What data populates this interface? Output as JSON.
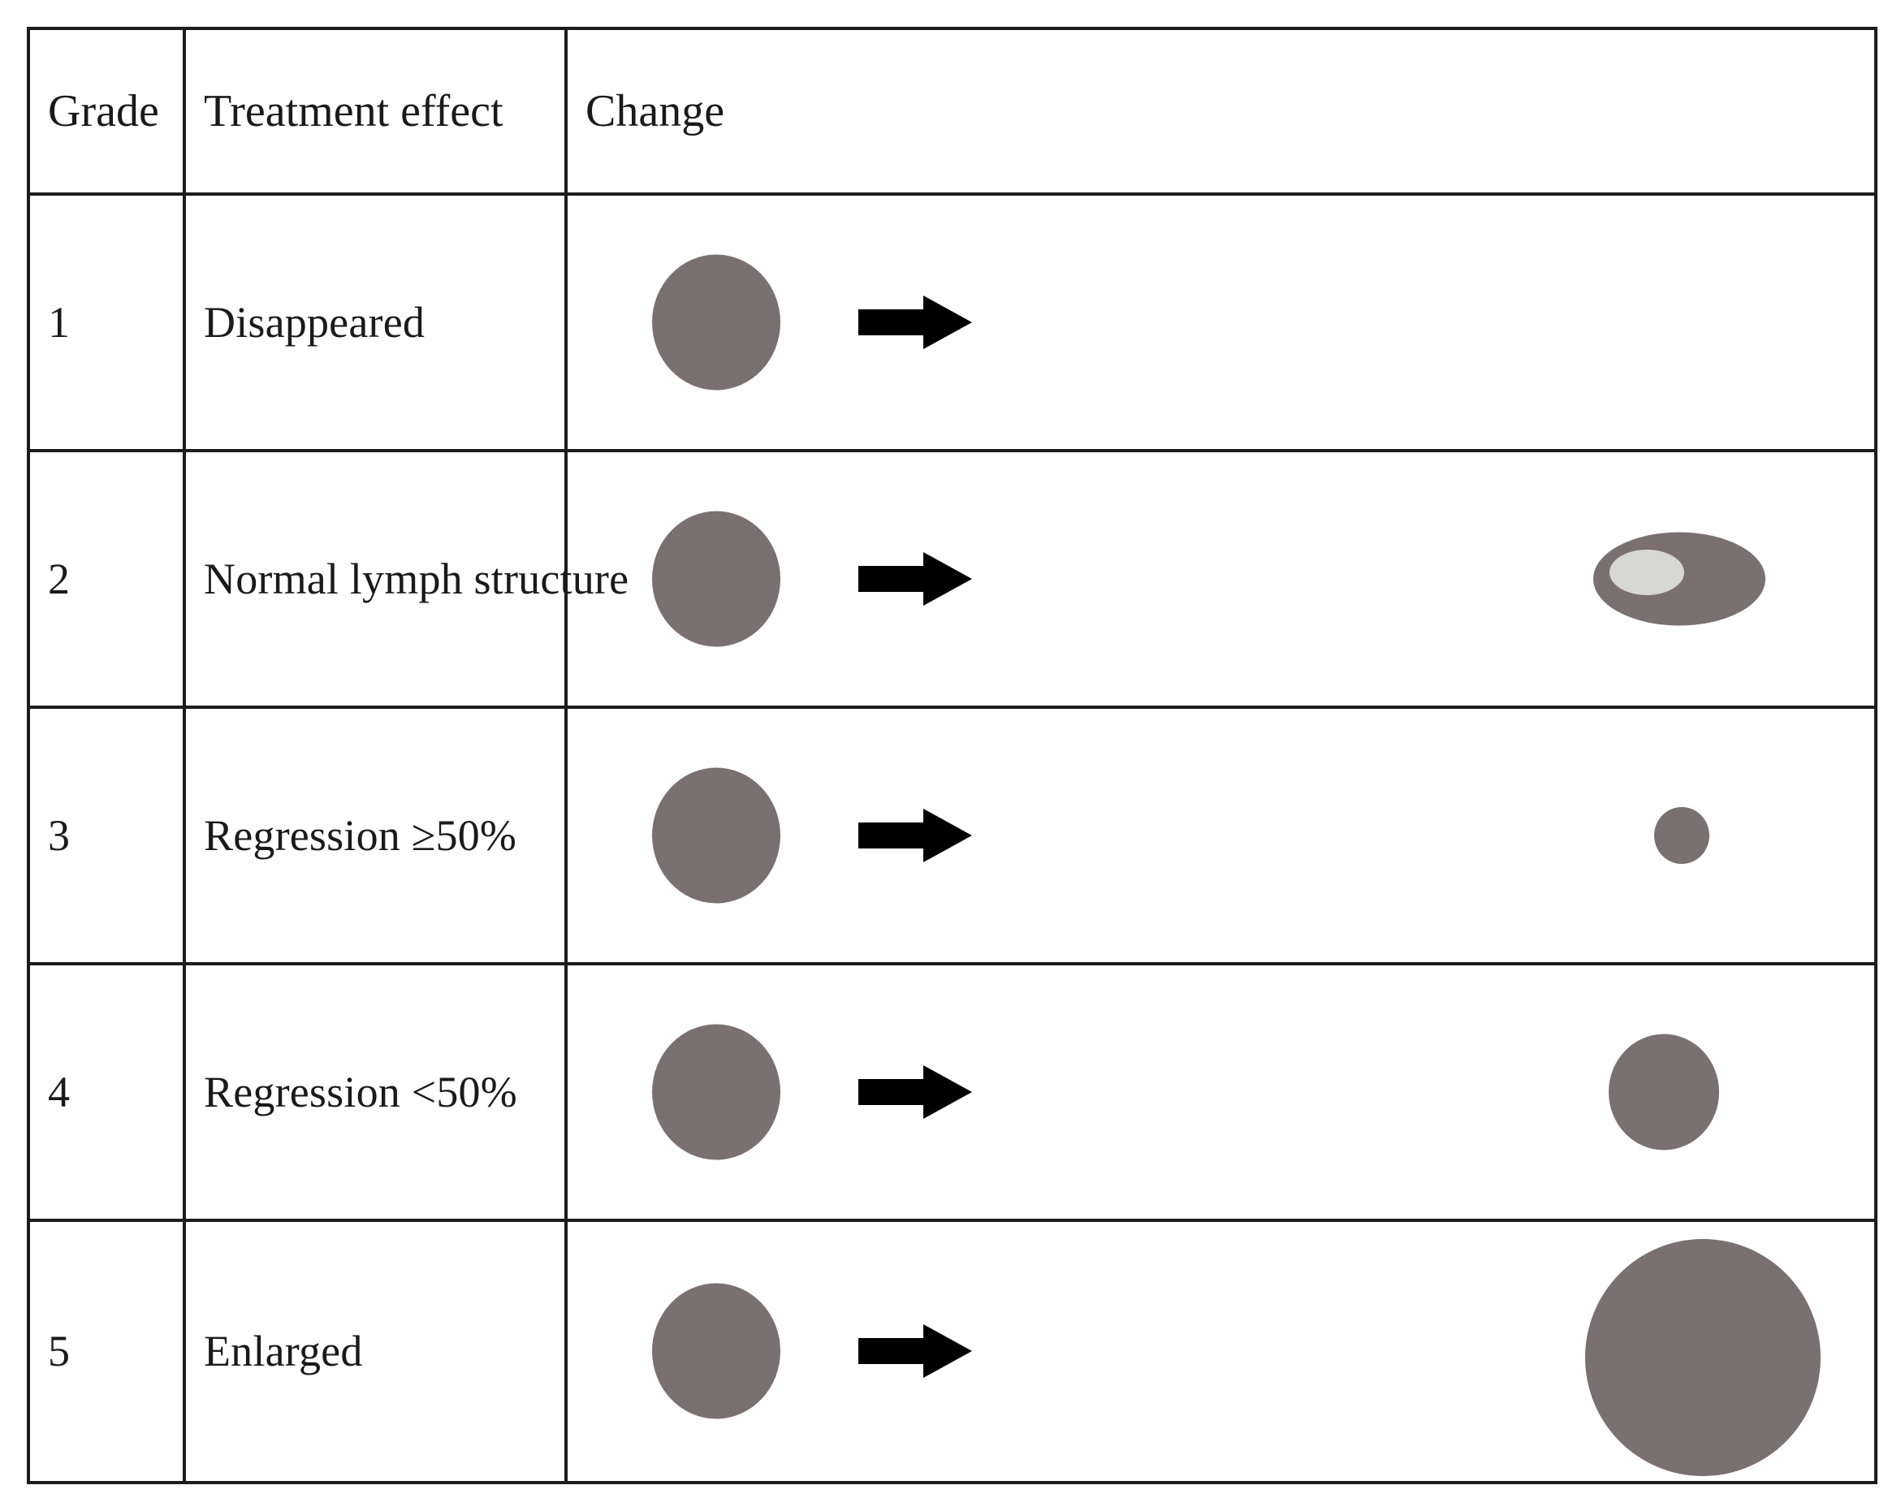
{
  "table": {
    "columns": [
      {
        "key": "grade",
        "label": "Grade"
      },
      {
        "key": "effect",
        "label": "Treatment effect"
      },
      {
        "key": "change",
        "label": "Change"
      }
    ],
    "rows": [
      {
        "grade": "1",
        "effect": "Disappeared",
        "change": {
          "before": "lymph-node-circle",
          "arrow": "right-arrow-icon",
          "after": "none"
        }
      },
      {
        "grade": "2",
        "effect": "Normal lymph structure",
        "change": {
          "before": "lymph-node-circle",
          "arrow": "right-arrow-icon",
          "after": "normal-lymph-ellipse-with-hilum"
        }
      },
      {
        "grade": "3",
        "effect": "Regression ≥50%",
        "change": {
          "before": "lymph-node-circle",
          "arrow": "right-arrow-icon",
          "after": "small-circle"
        }
      },
      {
        "grade": "4",
        "effect": "Regression <50%",
        "change": {
          "before": "lymph-node-circle",
          "arrow": "right-arrow-icon",
          "after": "medium-circle"
        }
      },
      {
        "grade": "5",
        "effect": "Enlarged",
        "change": {
          "before": "lymph-node-circle",
          "arrow": "right-arrow-icon",
          "after": "large-circle"
        }
      }
    ]
  },
  "colors": {
    "node_fill": "#7a6f71",
    "node_hilum_fill": "#d7d7d5",
    "arrow_fill": "#000000",
    "border": "#1c1c1c",
    "background": "#ffffff",
    "text": "#1a1a1a"
  }
}
